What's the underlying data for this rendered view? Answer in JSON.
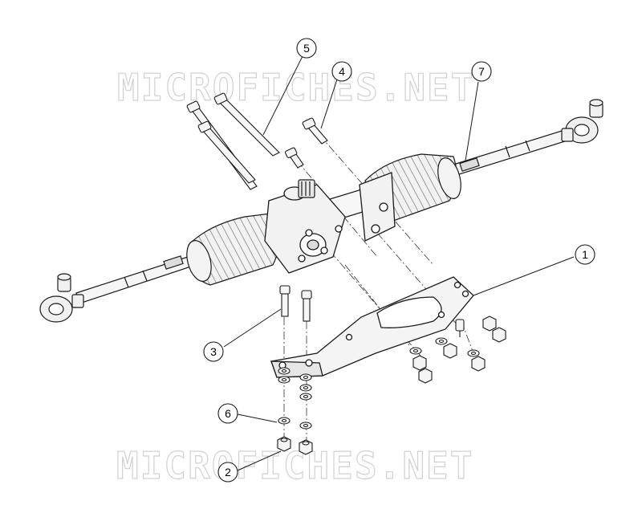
{
  "watermark": {
    "top": "MICROFICHES.NET",
    "bottom": "MICROFICHES.NET"
  },
  "callouts": [
    {
      "id": "c1",
      "label": "1"
    },
    {
      "id": "c2",
      "label": "2"
    },
    {
      "id": "c3",
      "label": "3"
    },
    {
      "id": "c4",
      "label": "4"
    },
    {
      "id": "c5",
      "label": "5"
    },
    {
      "id": "c6",
      "label": "6"
    },
    {
      "id": "c7",
      "label": "7"
    }
  ],
  "colors": {
    "line": "#1a1a1a",
    "fill": "#f4f4f4",
    "shade": "#bfbfbf"
  }
}
